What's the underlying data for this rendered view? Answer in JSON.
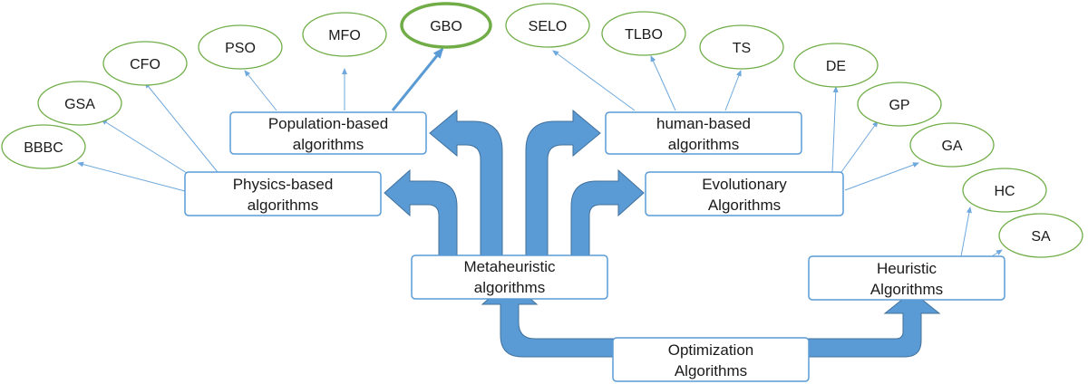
{
  "diagram": {
    "root": {
      "line1": "Optimization",
      "line2": "Algorithms"
    },
    "meta": {
      "line1": "Metaheuristic",
      "line2": "algorithms"
    },
    "heuristic": {
      "line1": "Heuristic",
      "line2": "Algorithms"
    },
    "physics": {
      "line1": "Physics-based",
      "line2": "algorithms"
    },
    "population": {
      "line1": "Population-based",
      "line2": "algorithms"
    },
    "human": {
      "line1": "human-based",
      "line2": "algorithms"
    },
    "evolutionary": {
      "line1": "Evolutionary",
      "line2": "Algorithms"
    },
    "algorithms": {
      "bbbc": "BBBC",
      "gsa": "GSA",
      "cfo": "CFO",
      "pso": "PSO",
      "mfo": "MFO",
      "gbo": "GBO",
      "selo": "SELO",
      "tlbo": "TLBO",
      "ts": "TS",
      "de": "DE",
      "gp": "GP",
      "ga": "GA",
      "hc": "HC",
      "sa": "SA"
    },
    "colors": {
      "arrow_fill": "#5b9bd5",
      "arrow_stroke": "#41719c",
      "box_stroke": "#5b9bd5",
      "oval_stroke": "#70ad47",
      "thin_arrow": "#6fa8dc"
    }
  }
}
